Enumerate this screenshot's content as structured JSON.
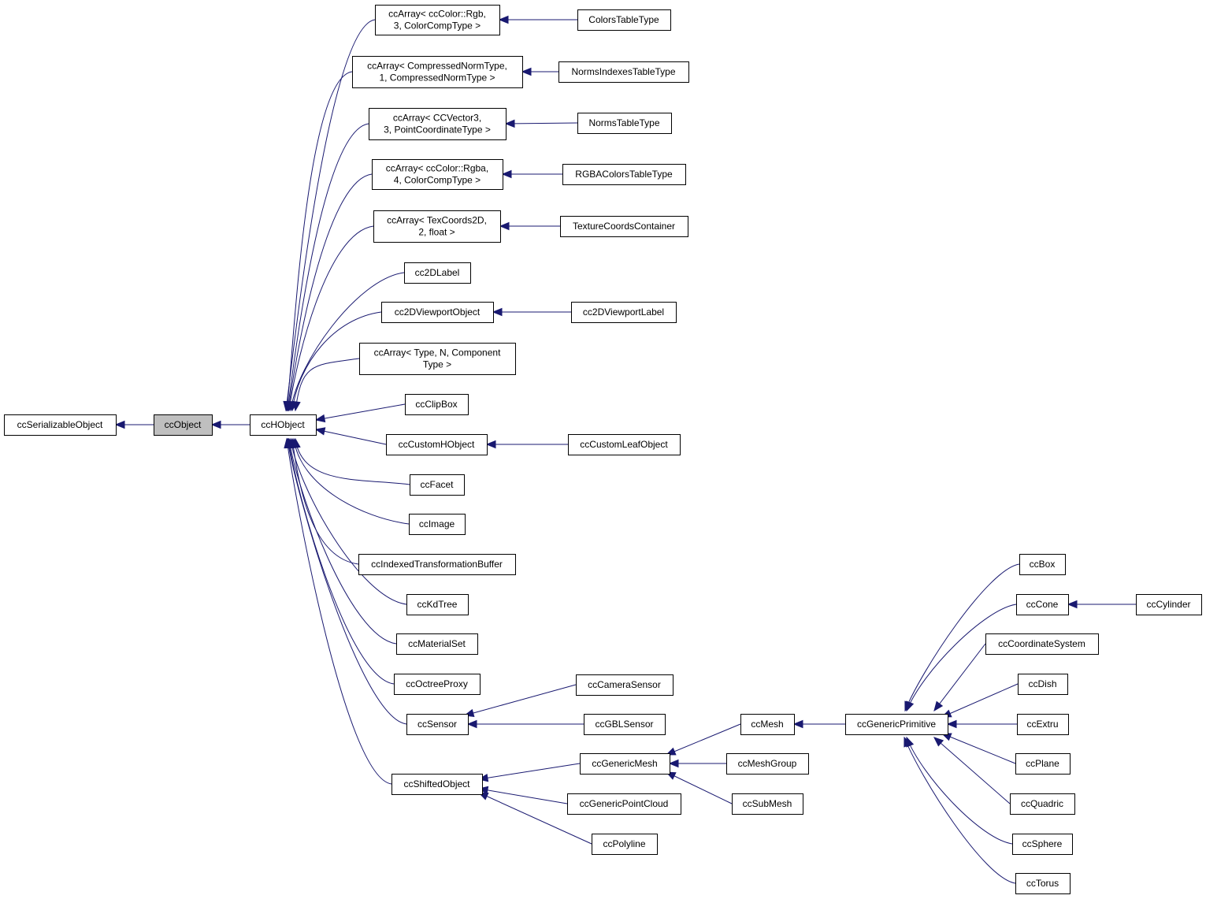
{
  "diagram": {
    "colors": {
      "edge": "#191970",
      "box_border": "#000000",
      "box_fill": "#ffffff",
      "highlight_fill": "#bfbfbf"
    },
    "nodes": [
      {
        "id": "ccSerializableObject",
        "lines": [
          "ccSerializableObject"
        ]
      },
      {
        "id": "ccObject",
        "lines": [
          "ccObject"
        ],
        "highlight": true
      },
      {
        "id": "ccHObject",
        "lines": [
          "ccHObject"
        ]
      },
      {
        "id": "arrRgb",
        "lines": [
          "ccArray< ccColor::Rgb,",
          "3, ColorCompType >"
        ]
      },
      {
        "id": "ColorsTableType",
        "lines": [
          "ColorsTableType"
        ]
      },
      {
        "id": "arrNorm",
        "lines": [
          "ccArray< CompressedNormType,",
          "1, CompressedNormType >"
        ]
      },
      {
        "id": "NormsIndexesTableType",
        "lines": [
          "NormsIndexesTableType"
        ]
      },
      {
        "id": "arrVec",
        "lines": [
          "ccArray< CCVector3,",
          "3, PointCoordinateType >"
        ]
      },
      {
        "id": "NormsTableType",
        "lines": [
          "NormsTableType"
        ]
      },
      {
        "id": "arrRgba",
        "lines": [
          "ccArray< ccColor::Rgba,",
          "4, ColorCompType >"
        ]
      },
      {
        "id": "RGBAColorsTableType",
        "lines": [
          "RGBAColorsTableType"
        ]
      },
      {
        "id": "arrTex",
        "lines": [
          "ccArray< TexCoords2D,",
          "2, float >"
        ]
      },
      {
        "id": "TextureCoordsContainer",
        "lines": [
          "TextureCoordsContainer"
        ]
      },
      {
        "id": "cc2DLabel",
        "lines": [
          "cc2DLabel"
        ]
      },
      {
        "id": "cc2DViewportObject",
        "lines": [
          "cc2DViewportObject"
        ]
      },
      {
        "id": "cc2DViewportLabel",
        "lines": [
          "cc2DViewportLabel"
        ]
      },
      {
        "id": "arrType",
        "lines": [
          "ccArray< Type, N, Component",
          "Type >"
        ]
      },
      {
        "id": "ccClipBox",
        "lines": [
          "ccClipBox"
        ]
      },
      {
        "id": "ccCustomHObject",
        "lines": [
          "ccCustomHObject"
        ]
      },
      {
        "id": "ccCustomLeafObject",
        "lines": [
          "ccCustomLeafObject"
        ]
      },
      {
        "id": "ccFacet",
        "lines": [
          "ccFacet"
        ]
      },
      {
        "id": "ccImage",
        "lines": [
          "ccImage"
        ]
      },
      {
        "id": "ccIndexedTransformationBuffer",
        "lines": [
          "ccIndexedTransformationBuffer"
        ]
      },
      {
        "id": "ccKdTree",
        "lines": [
          "ccKdTree"
        ]
      },
      {
        "id": "ccMaterialSet",
        "lines": [
          "ccMaterialSet"
        ]
      },
      {
        "id": "ccOctreeProxy",
        "lines": [
          "ccOctreeProxy"
        ]
      },
      {
        "id": "ccSensor",
        "lines": [
          "ccSensor"
        ]
      },
      {
        "id": "ccCameraSensor",
        "lines": [
          "ccCameraSensor"
        ]
      },
      {
        "id": "ccGBLSensor",
        "lines": [
          "ccGBLSensor"
        ]
      },
      {
        "id": "ccShiftedObject",
        "lines": [
          "ccShiftedObject"
        ]
      },
      {
        "id": "ccGenericMesh",
        "lines": [
          "ccGenericMesh"
        ]
      },
      {
        "id": "ccGenericPointCloud",
        "lines": [
          "ccGenericPointCloud"
        ]
      },
      {
        "id": "ccPolyline",
        "lines": [
          "ccPolyline"
        ]
      },
      {
        "id": "ccMesh",
        "lines": [
          "ccMesh"
        ]
      },
      {
        "id": "ccMeshGroup",
        "lines": [
          "ccMeshGroup"
        ]
      },
      {
        "id": "ccSubMesh",
        "lines": [
          "ccSubMesh"
        ]
      },
      {
        "id": "ccGenericPrimitive",
        "lines": [
          "ccGenericPrimitive"
        ]
      },
      {
        "id": "ccBox",
        "lines": [
          "ccBox"
        ]
      },
      {
        "id": "ccCone",
        "lines": [
          "ccCone"
        ]
      },
      {
        "id": "ccCylinder",
        "lines": [
          "ccCylinder"
        ]
      },
      {
        "id": "ccCoordinateSystem",
        "lines": [
          "ccCoordinateSystem"
        ]
      },
      {
        "id": "ccDish",
        "lines": [
          "ccDish"
        ]
      },
      {
        "id": "ccExtru",
        "lines": [
          "ccExtru"
        ]
      },
      {
        "id": "ccPlane",
        "lines": [
          "ccPlane"
        ]
      },
      {
        "id": "ccQuadric",
        "lines": [
          "ccQuadric"
        ]
      },
      {
        "id": "ccSphere",
        "lines": [
          "ccSphere"
        ]
      },
      {
        "id": "ccTorus",
        "lines": [
          "ccTorus"
        ]
      }
    ],
    "edges": [
      {
        "from": "ccObject",
        "to": "ccSerializableObject"
      },
      {
        "from": "ccHObject",
        "to": "ccObject"
      },
      {
        "from": "arrRgb",
        "to": "ccHObject"
      },
      {
        "from": "arrNorm",
        "to": "ccHObject"
      },
      {
        "from": "arrVec",
        "to": "ccHObject"
      },
      {
        "from": "arrRgba",
        "to": "ccHObject"
      },
      {
        "from": "arrTex",
        "to": "ccHObject"
      },
      {
        "from": "cc2DLabel",
        "to": "ccHObject"
      },
      {
        "from": "cc2DViewportObject",
        "to": "ccHObject"
      },
      {
        "from": "arrType",
        "to": "ccHObject"
      },
      {
        "from": "ccClipBox",
        "to": "ccHObject"
      },
      {
        "from": "ccCustomHObject",
        "to": "ccHObject"
      },
      {
        "from": "ccFacet",
        "to": "ccHObject"
      },
      {
        "from": "ccImage",
        "to": "ccHObject"
      },
      {
        "from": "ccIndexedTransformationBuffer",
        "to": "ccHObject"
      },
      {
        "from": "ccKdTree",
        "to": "ccHObject"
      },
      {
        "from": "ccMaterialSet",
        "to": "ccHObject"
      },
      {
        "from": "ccOctreeProxy",
        "to": "ccHObject"
      },
      {
        "from": "ccSensor",
        "to": "ccHObject"
      },
      {
        "from": "ccShiftedObject",
        "to": "ccHObject"
      },
      {
        "from": "ColorsTableType",
        "to": "arrRgb"
      },
      {
        "from": "NormsIndexesTableType",
        "to": "arrNorm"
      },
      {
        "from": "NormsTableType",
        "to": "arrVec"
      },
      {
        "from": "RGBAColorsTableType",
        "to": "arrRgba"
      },
      {
        "from": "TextureCoordsContainer",
        "to": "arrTex"
      },
      {
        "from": "cc2DViewportLabel",
        "to": "cc2DViewportObject"
      },
      {
        "from": "ccCustomLeafObject",
        "to": "ccCustomHObject"
      },
      {
        "from": "ccCameraSensor",
        "to": "ccSensor"
      },
      {
        "from": "ccGBLSensor",
        "to": "ccSensor"
      },
      {
        "from": "ccGenericMesh",
        "to": "ccShiftedObject"
      },
      {
        "from": "ccGenericPointCloud",
        "to": "ccShiftedObject"
      },
      {
        "from": "ccPolyline",
        "to": "ccShiftedObject"
      },
      {
        "from": "ccMesh",
        "to": "ccGenericMesh"
      },
      {
        "from": "ccMeshGroup",
        "to": "ccGenericMesh"
      },
      {
        "from": "ccSubMesh",
        "to": "ccGenericMesh"
      },
      {
        "from": "ccGenericPrimitive",
        "to": "ccMesh"
      },
      {
        "from": "ccBox",
        "to": "ccGenericPrimitive"
      },
      {
        "from": "ccCone",
        "to": "ccGenericPrimitive"
      },
      {
        "from": "ccCoordinateSystem",
        "to": "ccGenericPrimitive"
      },
      {
        "from": "ccDish",
        "to": "ccGenericPrimitive"
      },
      {
        "from": "ccExtru",
        "to": "ccGenericPrimitive"
      },
      {
        "from": "ccPlane",
        "to": "ccGenericPrimitive"
      },
      {
        "from": "ccQuadric",
        "to": "ccGenericPrimitive"
      },
      {
        "from": "ccSphere",
        "to": "ccGenericPrimitive"
      },
      {
        "from": "ccTorus",
        "to": "ccGenericPrimitive"
      },
      {
        "from": "ccCylinder",
        "to": "ccCone"
      }
    ]
  }
}
